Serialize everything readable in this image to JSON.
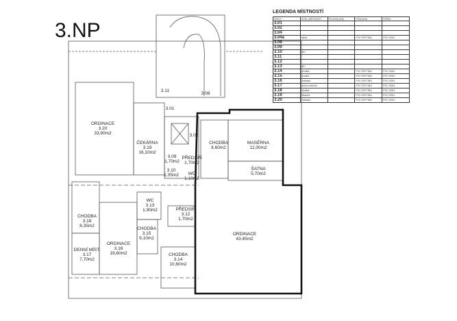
{
  "title": "3.NP",
  "rooms": [
    {
      "id": "ordinace-320",
      "lines": [
        "ORDINACE",
        "3.20",
        "33,90m2"
      ],
      "at": [
        150,
        182
      ]
    },
    {
      "id": "cekarna-319",
      "lines": [
        "ČEKÁRNA",
        "3.19",
        "16,10m2"
      ],
      "at": [
        215,
        210
      ]
    },
    {
      "id": "room-301",
      "lines": [
        "3.01"
      ],
      "at": [
        248,
        160
      ]
    },
    {
      "id": "room-311",
      "lines": [
        "3.11"
      ],
      "at": [
        241,
        134
      ]
    },
    {
      "id": "room-308",
      "lines": [
        "3.08"
      ],
      "at": [
        300,
        138
      ]
    },
    {
      "id": "room-302",
      "lines": [
        "3.02"
      ],
      "at": [
        283,
        199
      ]
    },
    {
      "id": "room-309",
      "lines": [
        "3.09",
        "1,70m2"
      ],
      "at": [
        251,
        230
      ]
    },
    {
      "id": "room-310",
      "lines": [
        "3.10",
        "1,05m2"
      ],
      "at": [
        250,
        250
      ]
    },
    {
      "id": "predsin",
      "lines": [
        "PŘEDSÍŇ",
        "1,70m2"
      ],
      "at": [
        280,
        232
      ]
    },
    {
      "id": "wc",
      "lines": [
        "WC",
        "1,10m2"
      ],
      "at": [
        280,
        255
      ]
    },
    {
      "id": "chodba",
      "lines": [
        "CHODBA",
        "8,60m2"
      ],
      "at": [
        319,
        210
      ]
    },
    {
      "id": "maserna",
      "lines": [
        "MASÉRNA",
        "12,00m2"
      ],
      "at": [
        377,
        210
      ]
    },
    {
      "id": "satna",
      "lines": [
        "ŠATNA",
        "5,70m2"
      ],
      "at": [
        377,
        248
      ]
    },
    {
      "id": "ordinace-big",
      "lines": [
        "ORDINACE",
        "43,45m2"
      ],
      "at": [
        357,
        343
      ]
    },
    {
      "id": "wc-313",
      "lines": [
        "WC",
        "3.13",
        "1,90m2"
      ],
      "at": [
        219,
        294
      ]
    },
    {
      "id": "predsin-312",
      "lines": [
        "PŘEDSÍŇ",
        "3.12",
        "1,70m2"
      ],
      "at": [
        271,
        307
      ]
    },
    {
      "id": "chodba-318",
      "lines": [
        "CHODBA",
        "3.18",
        "8,35m2"
      ],
      "at": [
        127,
        317
      ]
    },
    {
      "id": "denni-317",
      "lines": [
        "DENNÍ MÍST.",
        "3.17",
        "7,70m2"
      ],
      "at": [
        127,
        366
      ]
    },
    {
      "id": "ordinace-316",
      "lines": [
        "ORDINACE",
        "3.16",
        "19,60m2"
      ],
      "at": [
        173,
        357
      ]
    },
    {
      "id": "chodba-315",
      "lines": [
        "CHODBA",
        "3.15",
        "9,10m2"
      ],
      "at": [
        214,
        335
      ]
    },
    {
      "id": "chodba-314",
      "lines": [
        "CHODBA",
        "3.14",
        "10,60m2"
      ],
      "at": [
        260,
        373
      ]
    }
  ],
  "legend": {
    "title": "LEGENDA MÍSTNOSTÍ",
    "header": [
      "ČÍSLO",
      "ÚČEL MÍSTNOSTI",
      "PLOCHA (m2)",
      "PODLAHA",
      "STĚNY"
    ],
    "rows": [
      [
        "3.01",
        "",
        "",
        "",
        ""
      ],
      [
        "3.02",
        "",
        "",
        "",
        ""
      ],
      [
        "3.04",
        "",
        "",
        "",
        ""
      ],
      [
        "3.04a",
        "šatna",
        "",
        "PVC KRYTINA",
        "PVC SOKL"
      ],
      [
        "3.08",
        "",
        "",
        "",
        ""
      ],
      [
        "3.09",
        "",
        "",
        "",
        ""
      ],
      [
        "3.10",
        "WC",
        "",
        "",
        ""
      ],
      [
        "3.11",
        "",
        "",
        "",
        ""
      ],
      [
        "3.12",
        "",
        "",
        "",
        ""
      ],
      [
        "3.13",
        "WC",
        "",
        "",
        ""
      ],
      [
        "3.14",
        "chodba",
        "",
        "PVC KRYTINA",
        "PVC SOKL"
      ],
      [
        "3.15",
        "chodba",
        "",
        "PVC KRYTINA",
        "PVC SOKL"
      ],
      [
        "3.16",
        "ordinace",
        "",
        "PVC KRYTINA",
        "PVC SOKL"
      ],
      [
        "3.17",
        "denní místnost",
        "",
        "PVC KRYTINA",
        "PVC SOKL"
      ],
      [
        "3.18",
        "chodba",
        "",
        "PVC KRYTINA",
        "PVC SOKL"
      ],
      [
        "3.19",
        "čekárna",
        "",
        "PVC KRYTINA",
        "PVC SOKL"
      ],
      [
        "3.20",
        "ordinace",
        "",
        "PVC KRYTINA",
        "PVC SOKL"
      ]
    ]
  }
}
